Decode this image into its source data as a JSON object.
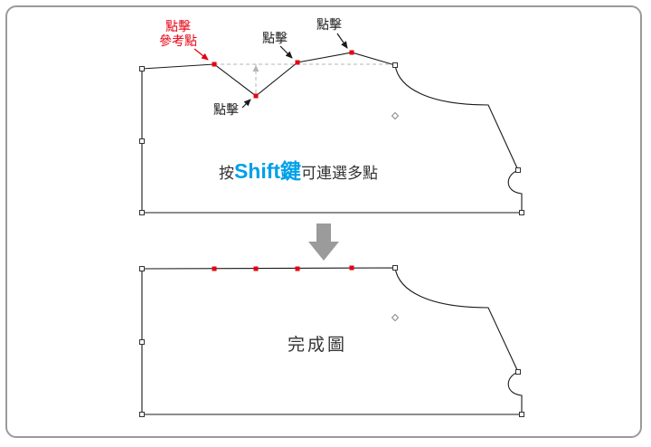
{
  "colors": {
    "selected_point": "#e60012",
    "annotation_red": "#e60012",
    "shift_key_blue": "#00a0e9",
    "outline_black": "#1a1a1a",
    "handle_fill": "#ffffff",
    "dashed_gray": "#b5b5b5",
    "arrow_gray": "#9b9b9b",
    "frame_gray": "#9a9a9a"
  },
  "top_diagram": {
    "labels": {
      "click_ref_line1": "點擊",
      "click_ref_line2": "參考點",
      "click_valley": "點擊",
      "click_mid": "點擊",
      "click_peak": "點擊"
    },
    "instruction": {
      "prefix": "按",
      "key": "Shift鍵",
      "suffix": "可連選多點"
    }
  },
  "bottom_diagram": {
    "caption": "完成圖"
  }
}
